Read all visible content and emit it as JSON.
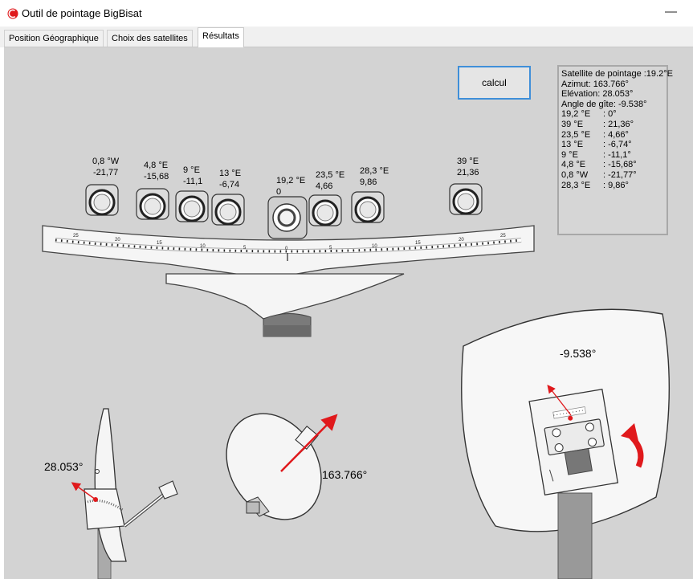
{
  "window": {
    "title": "Outil de pointage BigBisat",
    "minimize": "—"
  },
  "tabs": [
    {
      "label": "Position Géographique"
    },
    {
      "label": "Choix des satellites"
    },
    {
      "label": "Résultats"
    }
  ],
  "calc_button": "calcul",
  "results": {
    "header": [
      "Satellite de pointage :19.2°E",
      "Azimut: 163.766°",
      "Elévation:  28.053°",
      "Angle de gîte:  -9.538°"
    ],
    "rows": [
      {
        "sat": "19,2 °E",
        "val": ": 0°"
      },
      {
        "sat": "39 °E",
        "val": ": 21,36°"
      },
      {
        "sat": "23,5 °E",
        "val": ": 4,66°"
      },
      {
        "sat": "13 °E",
        "val": ": -6,74°"
      },
      {
        "sat": "9 °E",
        "val": ": -11,1°"
      },
      {
        "sat": "4,8 °E",
        "val": ": -15,68°"
      },
      {
        "sat": "0,8 °W",
        "val": ": -21,77°"
      },
      {
        "sat": "28,3 °E",
        "val": ": 9,86°"
      }
    ]
  },
  "lnb_labels": [
    {
      "name": "0,8 °W",
      "value": "-21,77"
    },
    {
      "name": "4,8 °E",
      "value": "-15,68"
    },
    {
      "name": "9 °E",
      "value": "-11,1"
    },
    {
      "name": "13 °E",
      "value": "-6,74"
    },
    {
      "name": "19,2 °E",
      "value": "0"
    },
    {
      "name": "23,5 °E",
      "value": "4,66"
    },
    {
      "name": "28,3 °E",
      "value": "9,86"
    },
    {
      "name": "39 °E",
      "value": "21,36"
    }
  ],
  "scale_ticks": {
    "left": [
      "25",
      "20",
      "15",
      "10",
      "5",
      "0"
    ],
    "right": [
      "5",
      "10",
      "15",
      "20",
      "25"
    ],
    "center": "0"
  },
  "diagrams": {
    "elevation": "28.053°",
    "azimuth": "163.766°",
    "skew": "-9.538°"
  },
  "colors": {
    "accent": "#e0191c",
    "button_border": "#3f8fd9",
    "background": "#d3d3d3"
  }
}
